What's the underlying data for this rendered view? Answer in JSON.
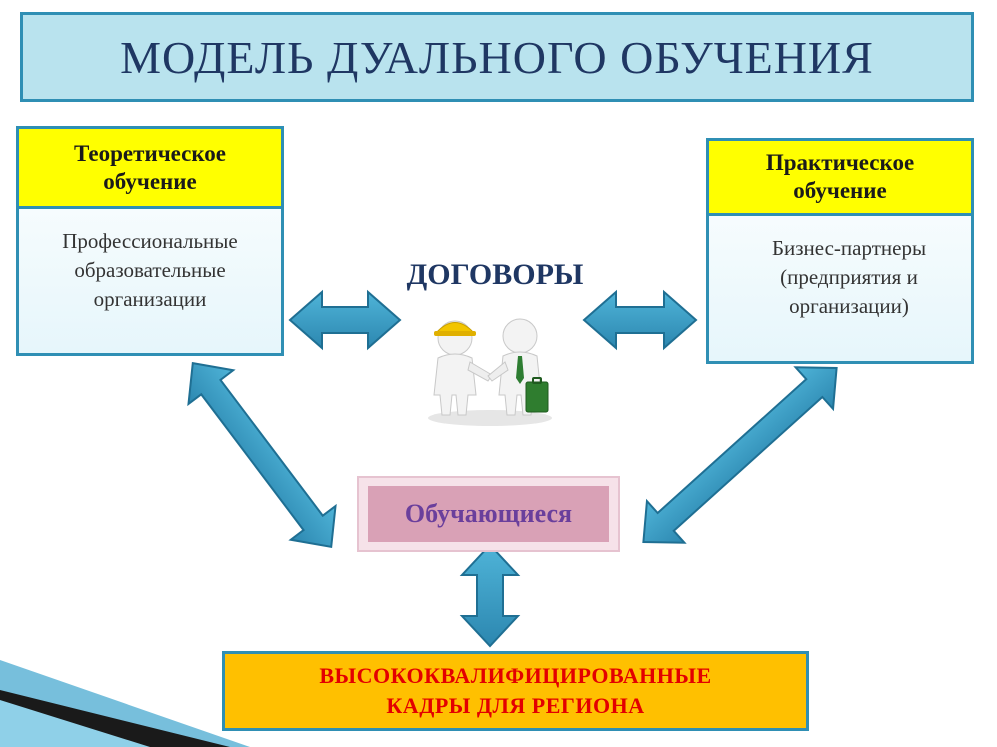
{
  "title": "МОДЕЛЬ ДУАЛЬНОГО ОБУЧЕНИЯ",
  "theoretical": {
    "heading_line1": "Теоретическое",
    "heading_line2": "обучение",
    "body_line1": "Профессиональные",
    "body_line2": "образовательные",
    "body_line3": "организации"
  },
  "practical": {
    "heading_line1": "Практическое",
    "heading_line2": "обучение",
    "body_line1": "Бизнес-партнеры",
    "body_line2": "(предприятия и",
    "body_line3": "организации)"
  },
  "contracts_label": "ДОГОВОРЫ",
  "students_label": "Обучающиеся",
  "result": {
    "line1": "ВЫСОКОКВАЛИФИЦИРОВАННЫЕ",
    "line2": "КАДРЫ ДЛЯ РЕГИОНА"
  },
  "colors": {
    "accent": "#2f8fb4",
    "title_bg": "#b9e3ee",
    "heading_bg": "#ffff00",
    "students_bg": "#d9a1b6",
    "result_bg": "#ffc000",
    "result_text": "#e30000"
  },
  "icons": [
    "handshake-icon",
    "double-arrow-icon"
  ]
}
